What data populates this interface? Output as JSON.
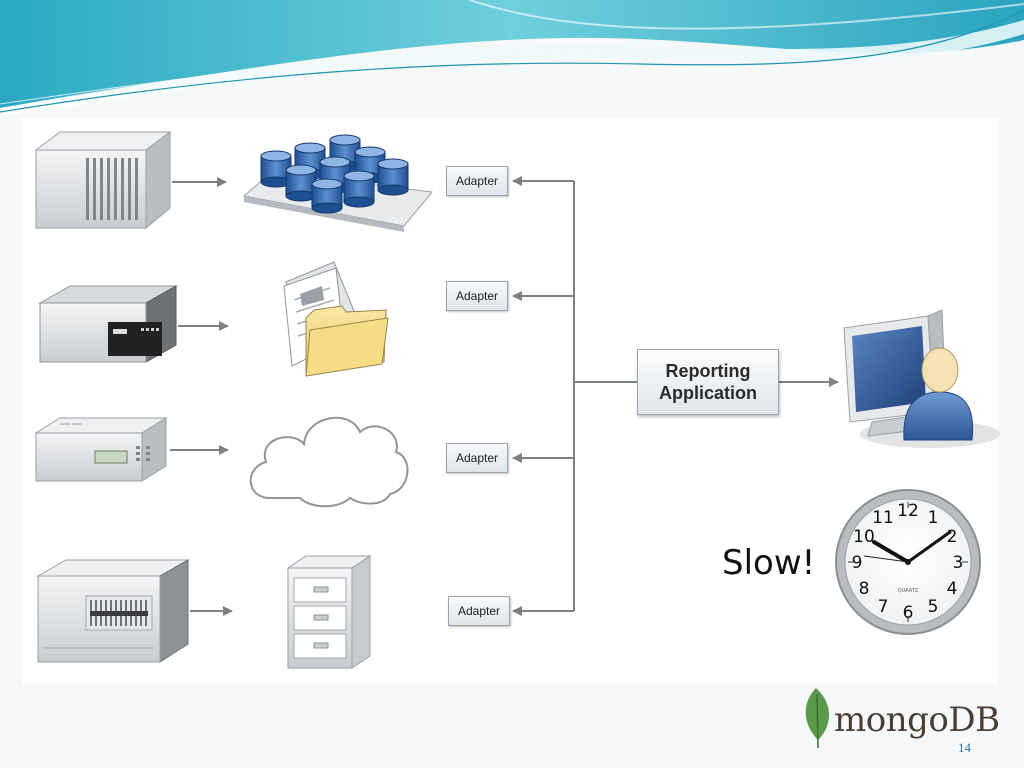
{
  "slide": {
    "adapter_labels": [
      "Adapter",
      "Adapter",
      "Adapter",
      "Adapter"
    ],
    "reporting_app": {
      "line1": "Reporting",
      "line2": "Application"
    },
    "slow_label": "Slow!",
    "clock": {
      "numerals": [
        "12",
        "1",
        "2",
        "3",
        "4",
        "5",
        "6",
        "7",
        "8",
        "9",
        "10",
        "11"
      ],
      "brand": "QUARTZ",
      "time_shown": "10:10"
    },
    "logo": {
      "wordmark": "mongoDB"
    },
    "page_number": "14"
  },
  "colors": {
    "banner_teal": "#3fb6c9",
    "banner_light": "#bfe8ef",
    "connector": "#7d8084",
    "logo_leaf": "#5a9a4a",
    "page_number": "#2f6fa3"
  },
  "icons": {
    "sources": [
      "mainframe-rack-icon",
      "network-appliance-icon",
      "modem-device-icon",
      "rack-server-icon"
    ],
    "stores": [
      "database-cluster-icon",
      "document-folder-icon",
      "cloud-icon",
      "file-cabinet-icon"
    ],
    "consumer": "user-workstation-icon",
    "clock": "wall-clock-icon",
    "logo": "mongodb-leaf-icon"
  }
}
